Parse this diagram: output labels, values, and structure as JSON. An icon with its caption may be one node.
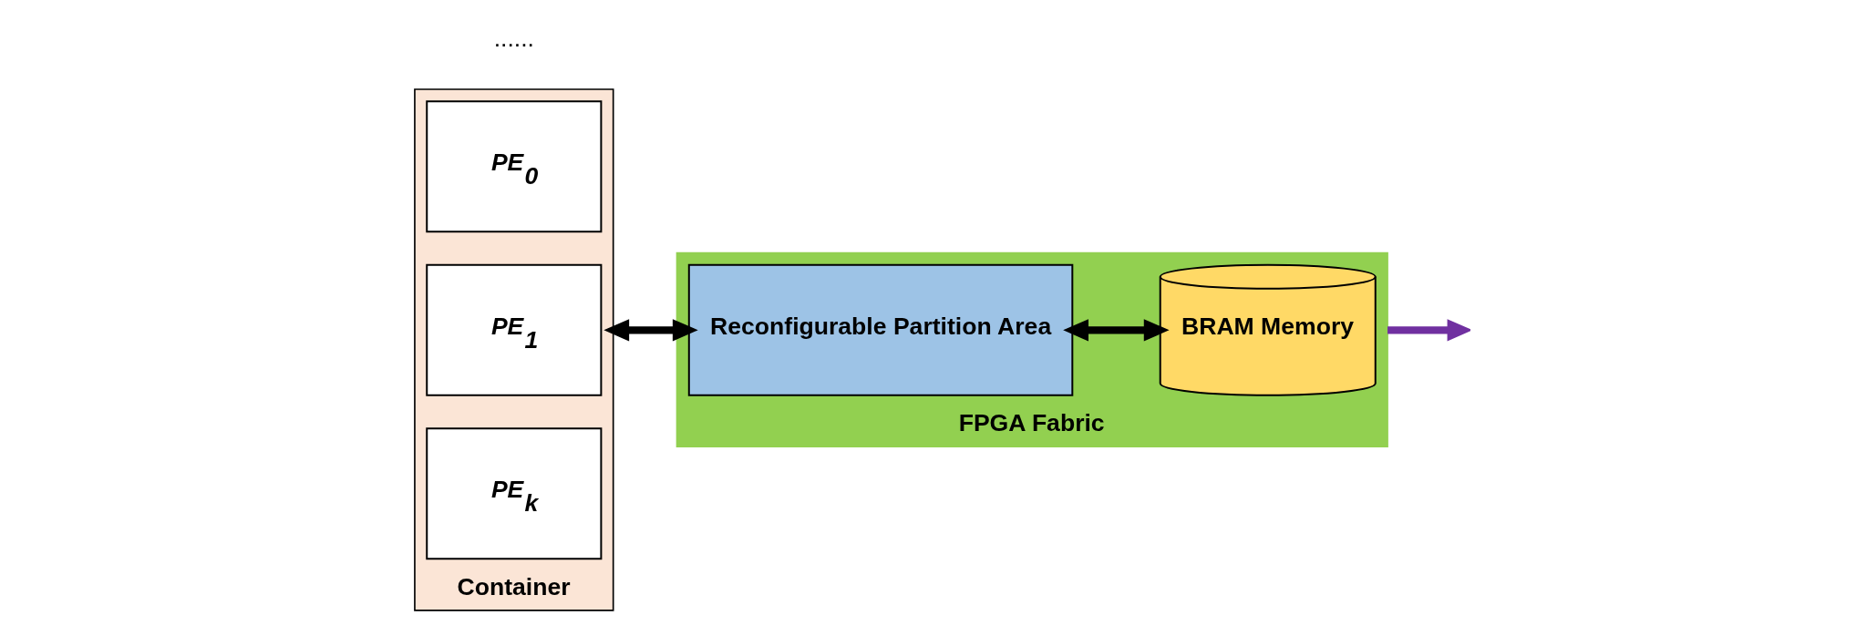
{
  "diagram": {
    "nodes": [
      {
        "text": [
          "Container"
        ]
      },
      {
        "text": [
          "PE$_{0}$"
        ],
        "in": 0
      },
      {
        "text": [
          "PE$_{1}$"
        ],
        "in": 0
      },
      {
        "text": [
          "PE$_{k}$"
        ],
        "in": 0
      },
      {
        "text": [
          "FPGA Fabric"
        ]
      },
      {
        "text": [
          "Reconfigurable Partition Area"
        ],
        "in": 4
      },
      {
        "text": [
          "BRAM Memory"
        ],
        "in": 4
      }
    ],
    "edges": [
      {
        "from": 0,
        "to": 5,
        "arrow": "both"
      },
      {
        "from": 5,
        "to": 6,
        "arrow": "both"
      },
      {
        "from": 4,
        "to": null,
        "arrow": "to",
        "color": "#7030a0"
      }
    ],
    "labels": [
      "......"
    ]
  }
}
